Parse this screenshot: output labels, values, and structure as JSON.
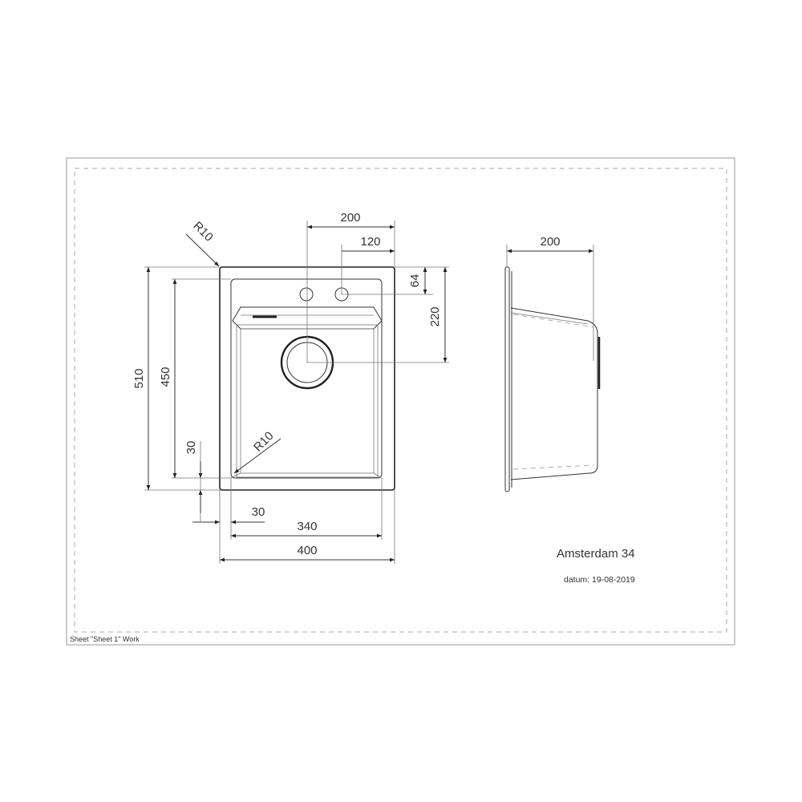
{
  "title": "Amsterdam 34",
  "date_label": "datum: 19-08-2019",
  "sheet_label": "Sheet \"Sheet 1\" Work",
  "dimensions": {
    "top_width_200": "200",
    "tap_offset_120": "120",
    "tap_depth_64": "64",
    "drain_depth_220": "220",
    "overall_height_510": "510",
    "bowl_height_450": "450",
    "rim_bottom_30": "30",
    "rim_side_30": "30",
    "bowl_width_340": "340",
    "overall_width_400": "400",
    "radius_outer": "R10",
    "radius_inner": "R10",
    "side_depth_200": "200"
  }
}
